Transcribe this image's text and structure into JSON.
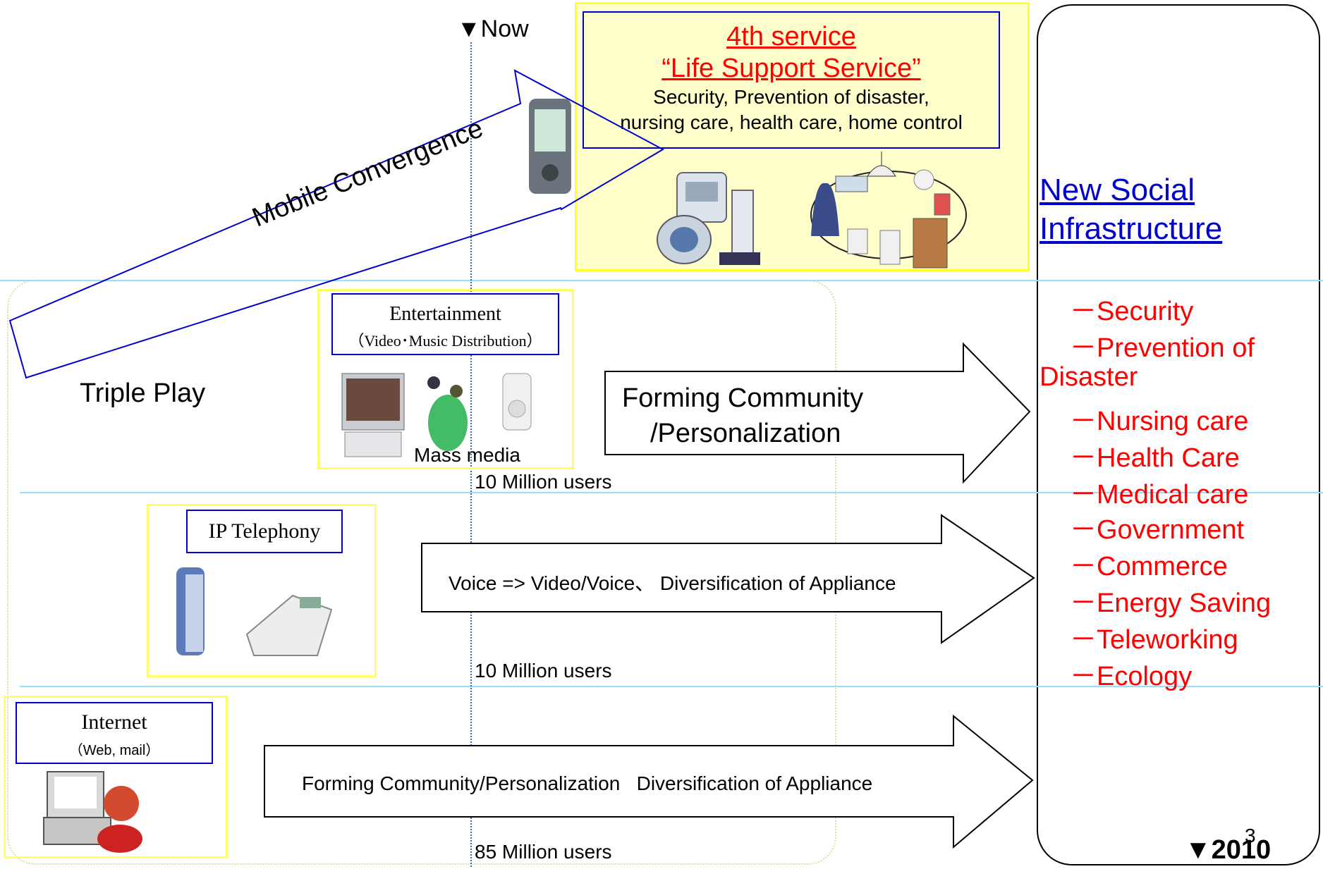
{
  "now_marker": "▼Now",
  "fourth_service": {
    "title": "4th service",
    "subtitle": "“Life Support Service”",
    "line1": "Security, Prevention of disaster,",
    "line2": "nursing care, health care, home control"
  },
  "mobile_convergence": "Mobile Convergence",
  "new_social": {
    "line1": "New Social",
    "line2": "Infrastructure"
  },
  "infra_items": [
    "－Security",
    "－Prevention of",
    "Disaster",
    "－Nursing care",
    "－Health Care",
    "－Medical care",
    "－Government",
    "－Commerce",
    "－Energy Saving",
    "－Teleworking",
    "－Ecology"
  ],
  "triple_play": "Triple Play",
  "entertainment": {
    "title": "Entertainment",
    "subtitle": "（Video･Music Distribution）",
    "caption": "Mass media"
  },
  "ent_arrow": {
    "line1": "Forming Community",
    "line2": "/Personalization"
  },
  "ent_users": "10 Million users",
  "ip_telephony": "IP Telephony",
  "ip_arrow": "Voice => Video/Voice、 Diversification of Appliance",
  "ip_users": "10 Million users",
  "internet": {
    "title": "Internet",
    "subtitle": "（Web, mail）"
  },
  "internet_arrow": "Forming Community/Personalization   Diversification of Appliance",
  "internet_users": "85 Million users",
  "page_number": "3",
  "year_marker": "▼2010",
  "colors": {
    "red": "#ff0000",
    "blue": "#0000cc",
    "yellow_border": "#ffff66",
    "light_yellow": "#ffffcc",
    "line": "#99ddff"
  }
}
